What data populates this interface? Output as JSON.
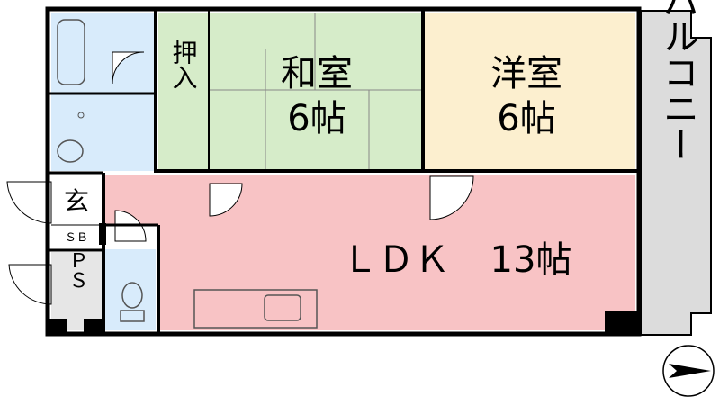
{
  "rooms": {
    "washitsu": {
      "name": "和室",
      "size": "6帖",
      "color": "#d6ecc9"
    },
    "youshitsu": {
      "name": "洋室",
      "size": "6帖",
      "color": "#fcefcf"
    },
    "ldk": {
      "name": "ＬＤＫ",
      "size": "13帖",
      "color": "#f8c3c5"
    },
    "oshiire": {
      "name": "押入",
      "color": "#d6ecc9"
    },
    "genkan": {
      "name": "玄"
    },
    "sb": {
      "name": "ＳＢ"
    },
    "ps": {
      "name": "ＰＳ"
    },
    "balcony": {
      "name": "バルコニー",
      "color": "#dcdcdc"
    },
    "wet_area": {
      "color": "#d8ebfb"
    }
  },
  "colors": {
    "wall": "#000000",
    "line": "#555555"
  }
}
